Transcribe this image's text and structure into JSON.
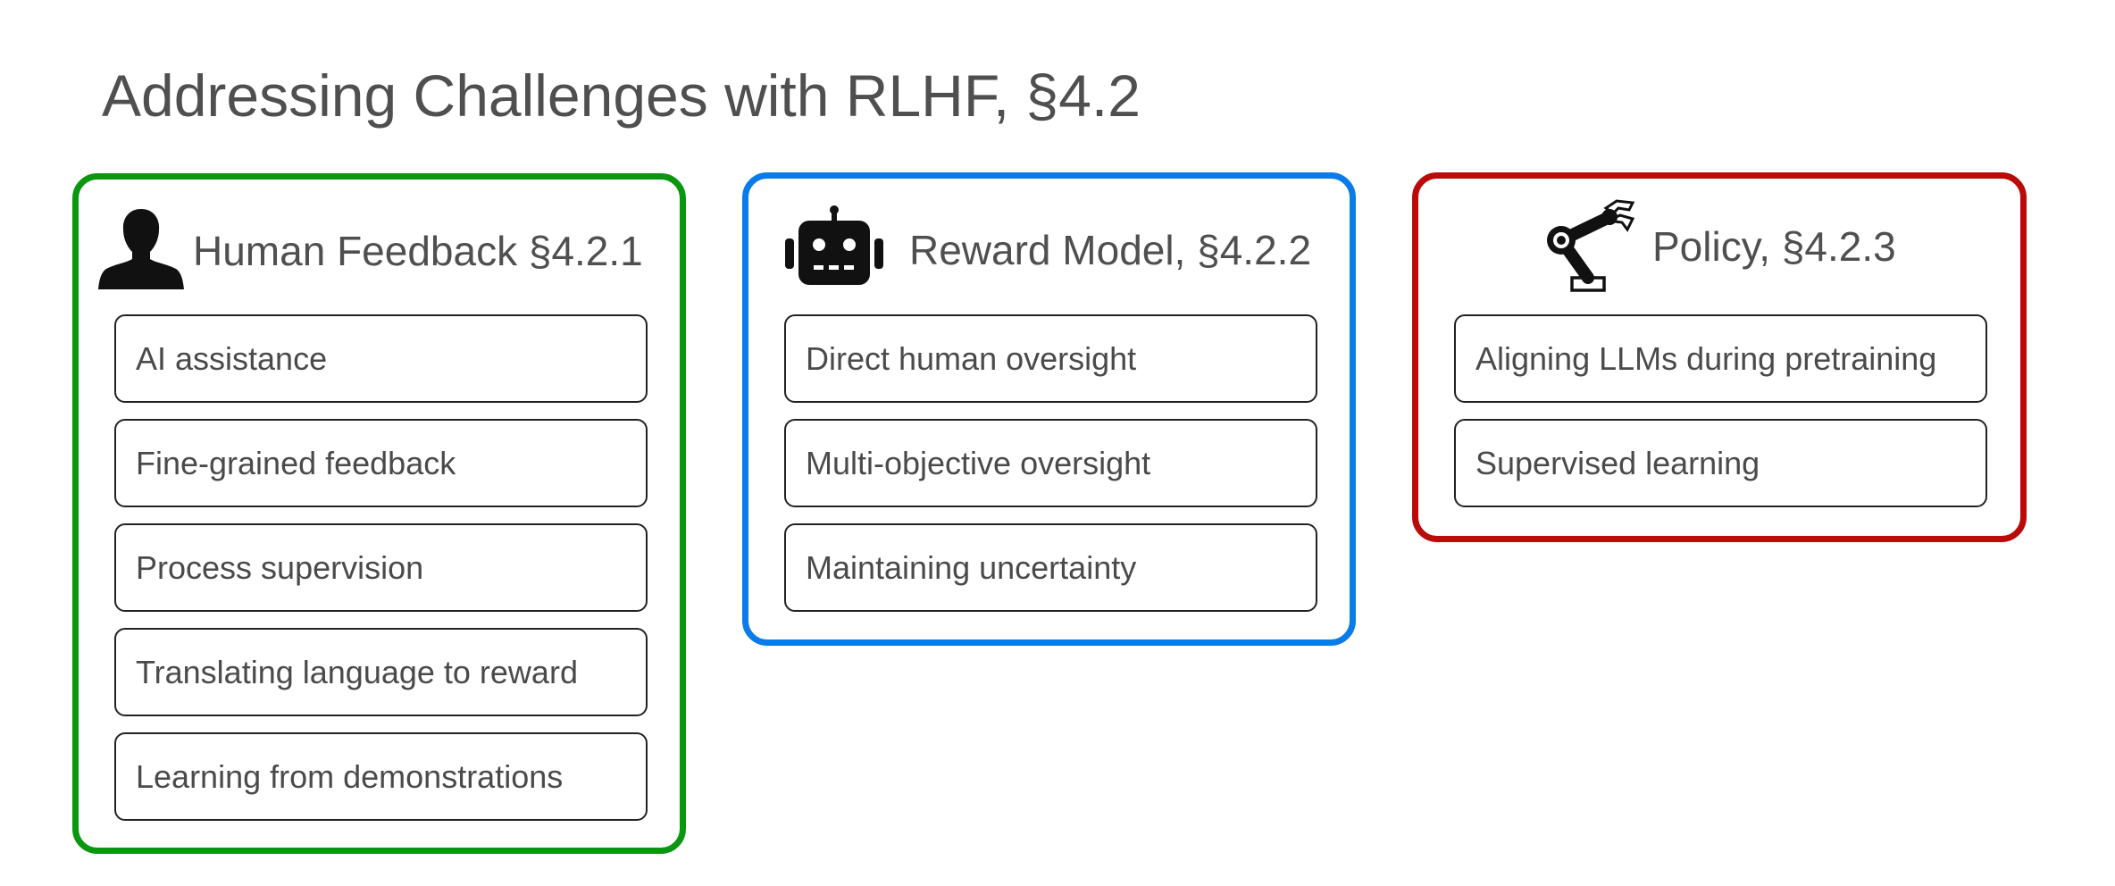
{
  "title": "Addressing Challenges with RLHF, §4.2",
  "panels": {
    "human": {
      "title": "Human Feedback §4.2.1",
      "icon": "person-silhouette-icon",
      "color": "#0a970f",
      "items": [
        "AI assistance",
        "Fine-grained feedback",
        "Process supervision",
        "Translating language to reward",
        "Learning from demonstrations"
      ]
    },
    "reward": {
      "title": "Reward Model, §4.2.2",
      "icon": "robot-head-icon",
      "color": "#0a7cea",
      "items": [
        "Direct human oversight",
        "Multi-objective oversight",
        "Maintaining uncertainty"
      ]
    },
    "policy": {
      "title": "Policy, §4.2.3",
      "icon": "robot-arm-icon",
      "color": "#bb0a0a",
      "items": [
        "Aligning LLMs during pretraining",
        "Supervised learning"
      ]
    }
  }
}
